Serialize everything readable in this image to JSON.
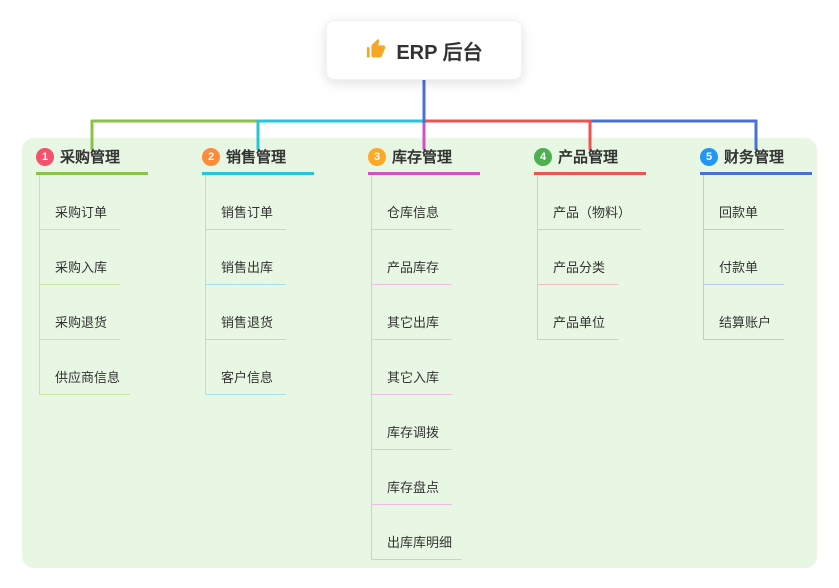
{
  "root": {
    "label": "ERP 后台",
    "icon": "thumbs-up-icon"
  },
  "connector_root_color": "#4a6fd6",
  "branches": [
    {
      "num": "1",
      "label": "采购管理",
      "color": "#8bc34a",
      "light": "#c9e49e",
      "badge": "#f4516c",
      "children": [
        "采购订单",
        "采购入库",
        "采购退货",
        "供应商信息"
      ]
    },
    {
      "num": "2",
      "label": "销售管理",
      "color": "#26c6da",
      "light": "#a4e3ec",
      "badge": "#ff8a3c",
      "children": [
        "销售订单",
        "销售出库",
        "销售退货",
        "客户信息"
      ]
    },
    {
      "num": "3",
      "label": "库存管理",
      "color": "#d44fc0",
      "light": "#edbde4",
      "badge": "#ffa726",
      "children": [
        "仓库信息",
        "产品库存",
        "其它出库",
        "其它入库",
        "库存调拨",
        "库存盘点",
        "出库库明细"
      ]
    },
    {
      "num": "4",
      "label": "产品管理",
      "color": "#ef5350",
      "light": "#f5bfbd",
      "badge": "#4caf50",
      "children": [
        "产品（物料）",
        "产品分类",
        "产品单位"
      ]
    },
    {
      "num": "5",
      "label": "财务管理",
      "color": "#4a6fd6",
      "light": "#bdcaef",
      "badge": "#2196f3",
      "children": [
        "回款单",
        "付款单",
        "结算账户"
      ]
    }
  ]
}
